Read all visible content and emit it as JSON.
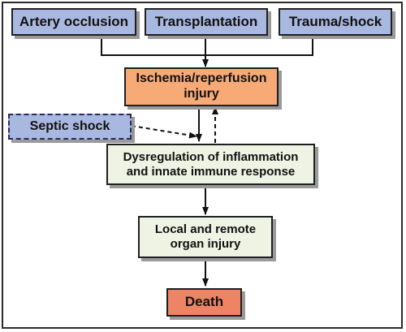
{
  "diagram": {
    "nodes": {
      "artery_occlusion": "Artery occlusion",
      "transplantation": "Transplantation",
      "trauma_shock": "Trauma/shock",
      "ischemia_reperfusion": "Ischemia/reperfusion injury",
      "septic_shock": "Septic shock",
      "dysregulation": "Dysregulation of inflammation and innate immune response",
      "organ_injury": "Local and remote organ injury",
      "death": "Death"
    },
    "colors": {
      "cause": "#a9b8e0",
      "ischemia": "#f7a976",
      "dysregulation": "#eef3e4",
      "death": "#ee8463"
    }
  }
}
